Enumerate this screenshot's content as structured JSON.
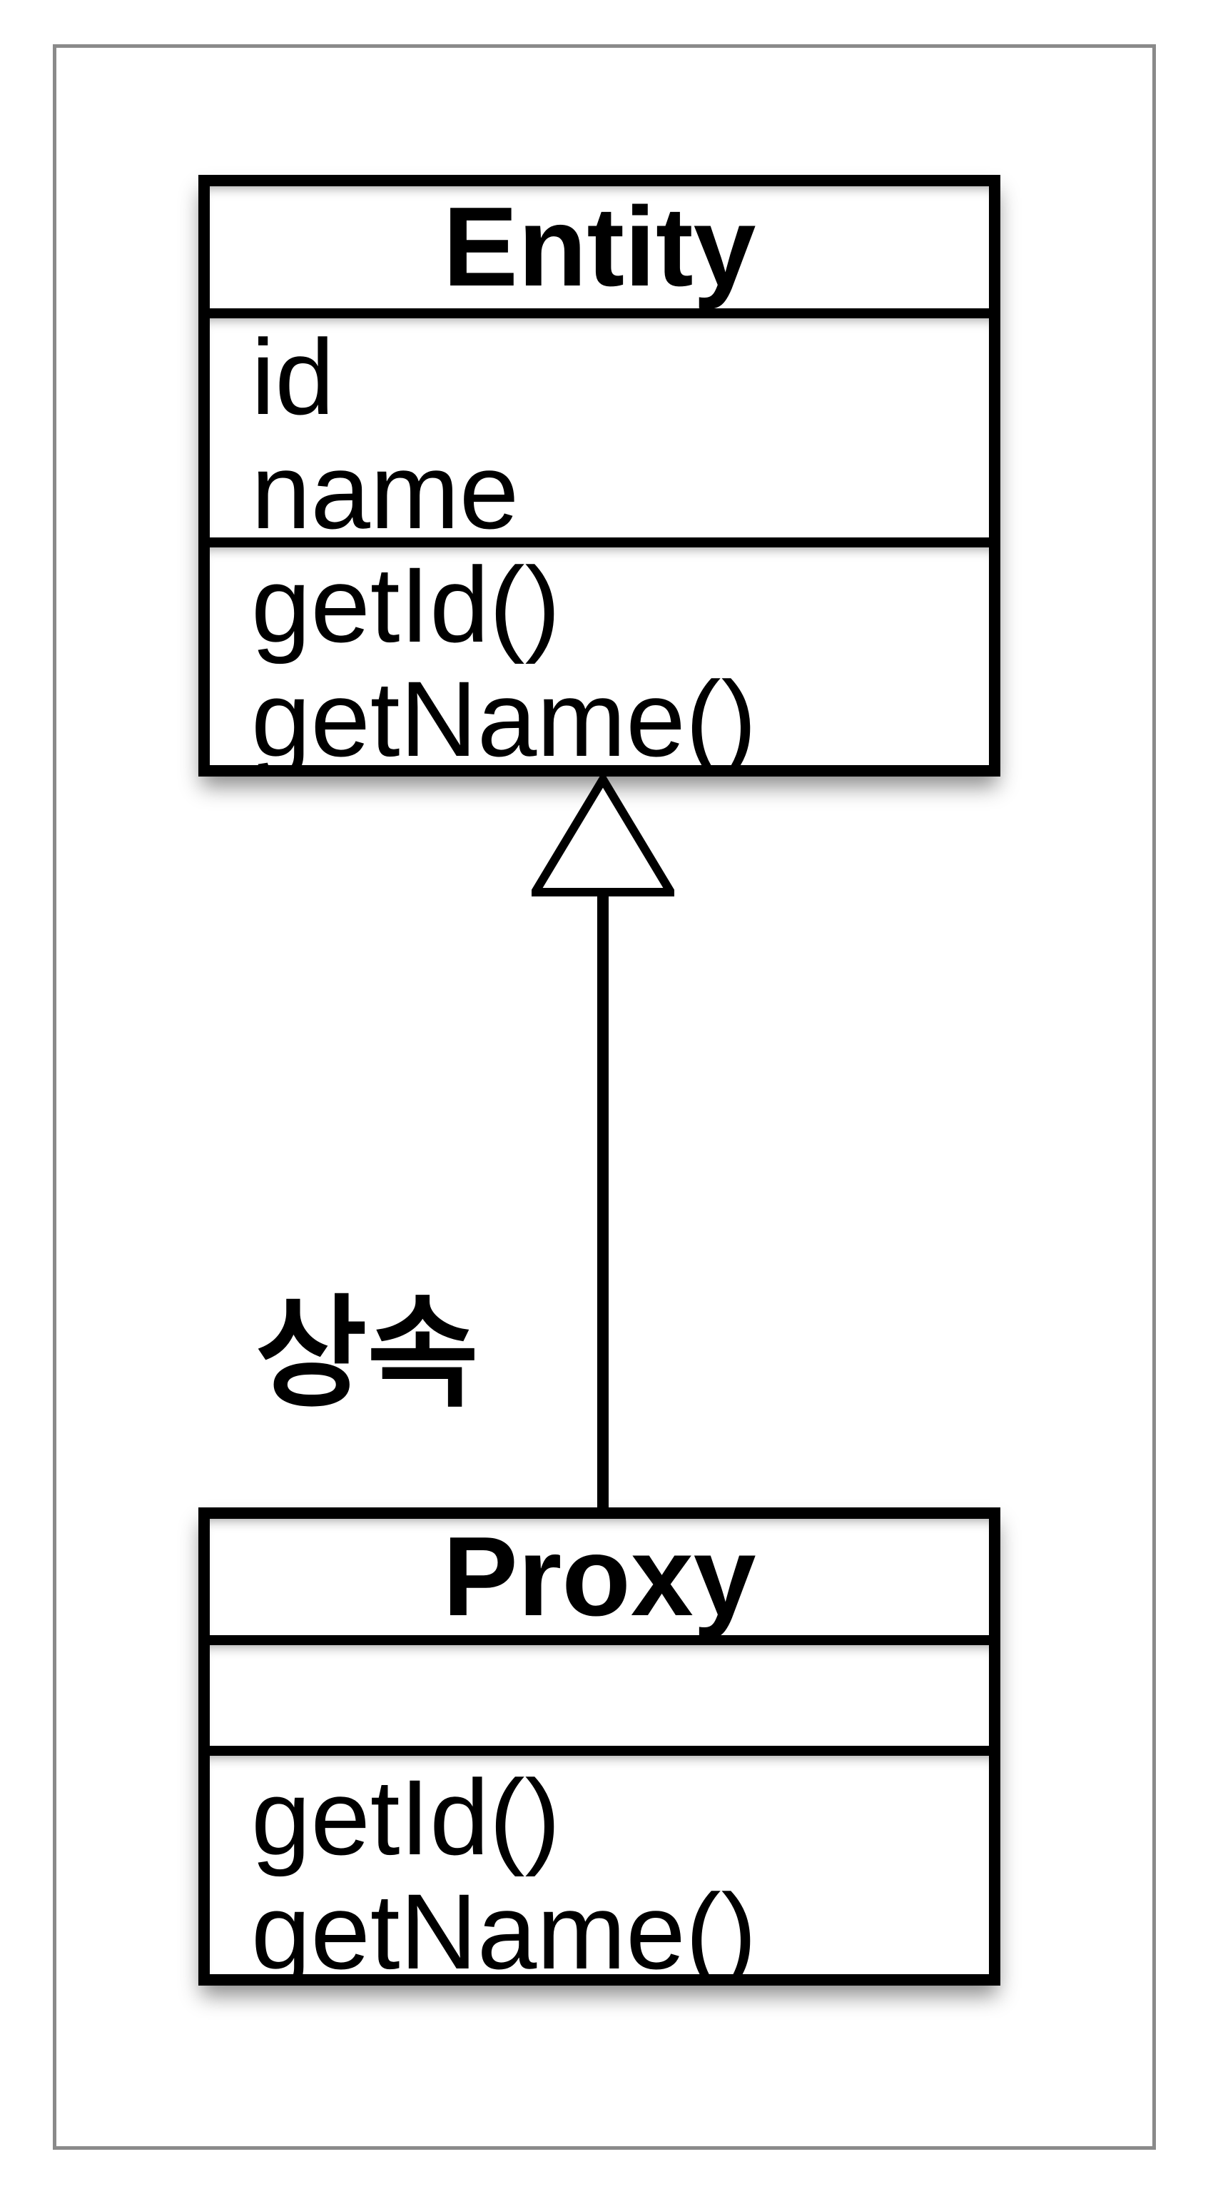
{
  "diagram": {
    "classes": [
      {
        "name": "Entity",
        "attributes": [
          "id",
          "name"
        ],
        "methods": [
          "getId()",
          "getName()"
        ]
      },
      {
        "name": "Proxy",
        "attributes": [],
        "methods": [
          "getId()",
          "getName()"
        ]
      }
    ],
    "relationship": {
      "type": "inheritance",
      "label": "상속",
      "from": "Proxy",
      "to": "Entity"
    }
  },
  "colors": {
    "background": "#ffffff",
    "frame_border": "#8a8a8a",
    "box_border": "#000000",
    "text": "#000000",
    "arrow": "#000000"
  }
}
